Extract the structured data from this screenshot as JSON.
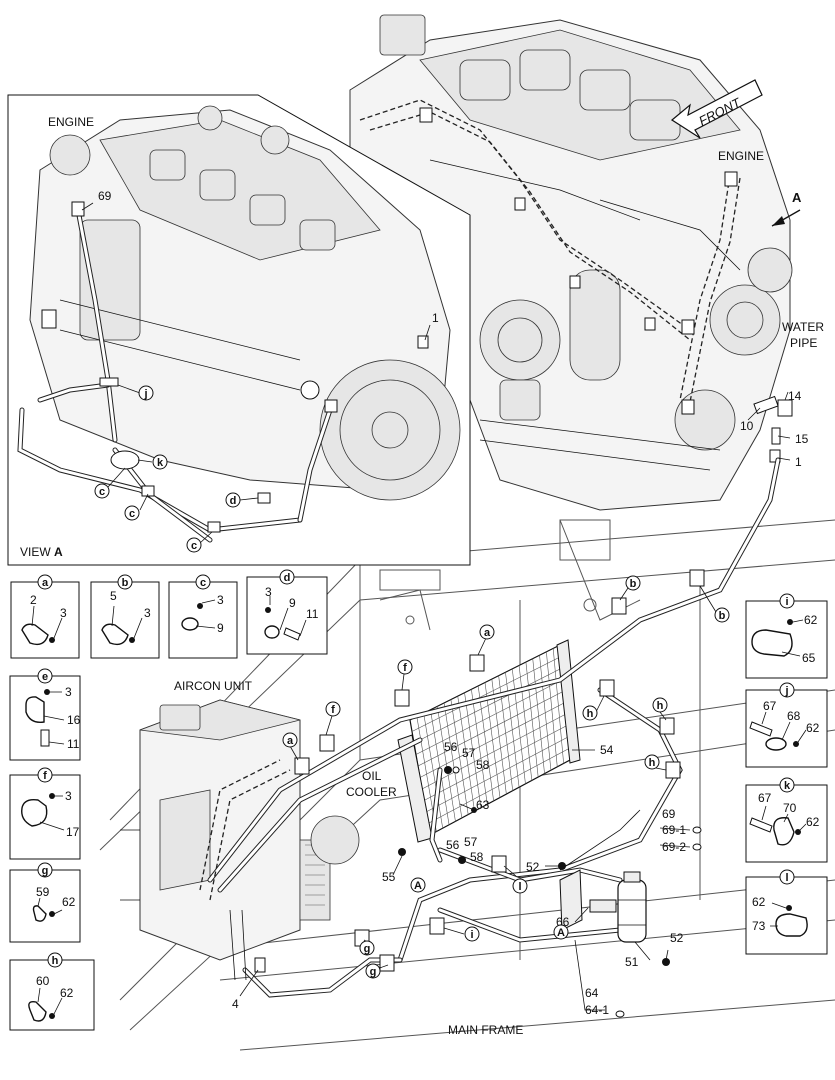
{
  "labels": {
    "engine_view": "ENGINE",
    "engine_main": "ENGINE",
    "front": "FRONT",
    "view_a_prefix": "VIEW ",
    "view_a_letter": "A",
    "arrow_a": "A",
    "water_pipe_1": "WATER",
    "water_pipe_2": "PIPE",
    "aircon_unit": "AIRCON UNIT",
    "oil_cooler_1": "OIL",
    "oil_cooler_2": "COOLER",
    "main_frame": "MAIN FRAME"
  },
  "view_callouts": {
    "c69": "69",
    "c1": "1",
    "cj": "j",
    "ck": "k",
    "cc1": "c",
    "cc2": "c",
    "cc3": "c",
    "cd": "d"
  },
  "main_callouts": {
    "p14": "14",
    "p10": "10",
    "p15": "15",
    "p1": "1",
    "pb1": "b",
    "pb2": "b",
    "pa1": "a",
    "pa2": "a",
    "pf1": "f",
    "pf2": "f",
    "ph1": "h",
    "ph2": "h",
    "ph3": "h",
    "p54": "54",
    "p56a": "56",
    "p57a": "57",
    "p58a": "58",
    "p63": "63",
    "p69": "69",
    "p69_1": "69-1",
    "p69_2": "69-2",
    "p56b": "56",
    "p57b": "57",
    "p58b": "58",
    "p55": "55",
    "p52a": "52",
    "pl": "l",
    "p66": "66",
    "pA1": "A",
    "pA2": "A",
    "pi": "i",
    "pg1": "g",
    "pg2": "g",
    "p4": "4",
    "p51": "51",
    "p52b": "52",
    "p64": "64",
    "p64_1": "64-1"
  },
  "detail_boxes": {
    "a": {
      "letter": "a",
      "parts": [
        "2",
        "3"
      ]
    },
    "b": {
      "letter": "b",
      "parts": [
        "5",
        "3"
      ]
    },
    "c": {
      "letter": "c",
      "parts": [
        "3",
        "9"
      ]
    },
    "d": {
      "letter": "d",
      "parts": [
        "3",
        "9",
        "11"
      ]
    },
    "e": {
      "letter": "e",
      "parts": [
        "3",
        "16",
        "11"
      ]
    },
    "f": {
      "letter": "f",
      "parts": [
        "3",
        "17"
      ]
    },
    "g": {
      "letter": "g",
      "parts": [
        "59",
        "62"
      ]
    },
    "h": {
      "letter": "h",
      "parts": [
        "60",
        "62"
      ]
    },
    "i": {
      "letter": "i",
      "parts": [
        "62",
        "65"
      ]
    },
    "j": {
      "letter": "j",
      "parts": [
        "67",
        "68",
        "62"
      ]
    },
    "k": {
      "letter": "k",
      "parts": [
        "67",
        "70",
        "62"
      ]
    },
    "l": {
      "letter": "l",
      "parts": [
        "62",
        "73"
      ]
    }
  }
}
